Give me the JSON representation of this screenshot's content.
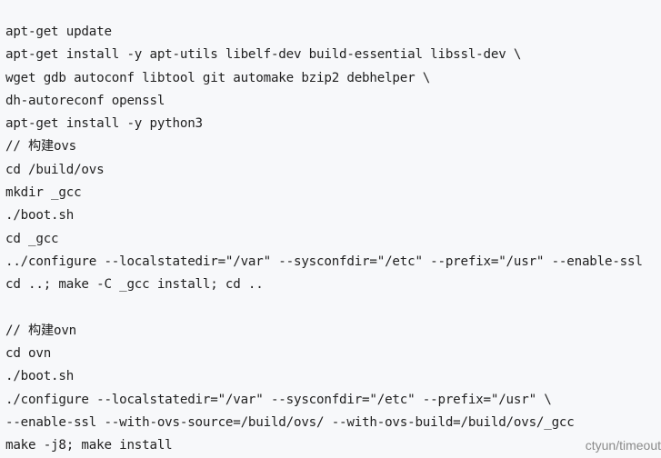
{
  "code": {
    "lines": [
      "apt-get update",
      "apt-get install -y apt-utils libelf-dev build-essential libssl-dev \\",
      "wget gdb autoconf libtool git automake bzip2 debhelper \\",
      "dh-autoreconf openssl",
      "apt-get install -y python3",
      "// 构建ovs",
      "cd /build/ovs",
      "mkdir _gcc",
      "./boot.sh",
      "cd _gcc",
      "../configure --localstatedir=\"/var\" --sysconfdir=\"/etc\" --prefix=\"/usr\" --enable-ssl",
      "cd ..; make -C _gcc install; cd ..",
      "",
      "// 构建ovn",
      "cd ovn",
      "./boot.sh",
      "./configure --localstatedir=\"/var\" --sysconfdir=\"/etc\" --prefix=\"/usr\" \\",
      "--enable-ssl --with-ovs-source=/build/ovs/ --with-ovs-build=/build/ovs/_gcc",
      "make -j8; make install"
    ]
  },
  "watermark": {
    "text": "ctyun/timeout"
  }
}
